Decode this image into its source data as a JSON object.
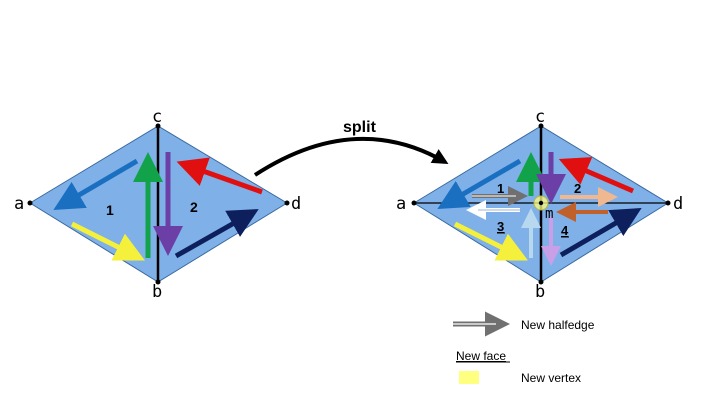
{
  "left_mesh": {
    "vertex_labels": {
      "a": "a",
      "b": "b",
      "c": "c",
      "d": "d"
    },
    "face_labels": {
      "f1": "1",
      "f2": "2"
    }
  },
  "operation": {
    "label": "split"
  },
  "right_mesh": {
    "vertex_labels": {
      "a": "a",
      "b": "b",
      "c": "c",
      "d": "d",
      "m": "m"
    },
    "face_labels": {
      "f1": "1",
      "f2": "2",
      "f3": "3",
      "f4": "4"
    }
  },
  "legend": {
    "new_halfedge": "New halfedge",
    "new_face": "New face",
    "new_vertex": "New vertex"
  },
  "colors": {
    "face_fill": "#7fb0e8",
    "edge": "#000000",
    "arrow_blue": "#1a6fc0",
    "arrow_yellow": "#f4f03c",
    "arrow_green": "#12a34a",
    "arrow_purple": "#6b3fa6",
    "arrow_red": "#e01010",
    "arrow_navy": "#0d1f5c",
    "arrow_new_gray": "#808080",
    "arrow_new_peach": "#f0b890",
    "arrow_new_white": "#ffffff",
    "arrow_new_orange": "#c0602a",
    "arrow_new_lavender": "#c9a0e8",
    "arrow_new_lightblue": "#b8d8f0",
    "new_vertex_fill": "#ffff80"
  }
}
